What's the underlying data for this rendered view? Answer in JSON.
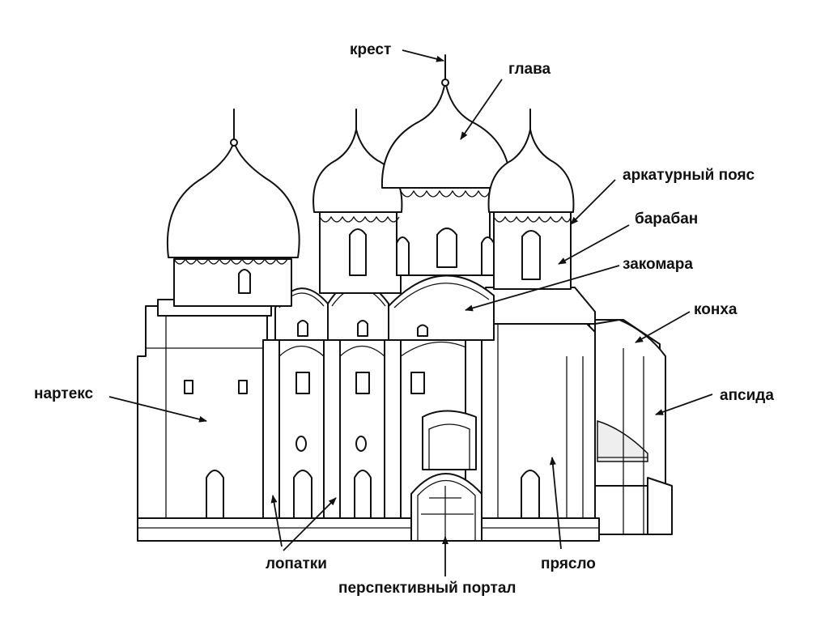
{
  "labels": {
    "cross": "крест",
    "dome": "глава",
    "arcature": "аркатурный пояс",
    "drum": "барабан",
    "zakomara": "закомара",
    "concha": "конха",
    "apse": "апсида",
    "narthex": "нартекс",
    "pilasters": "лопатки",
    "span": "прясло",
    "portal": "перспективный портал"
  }
}
